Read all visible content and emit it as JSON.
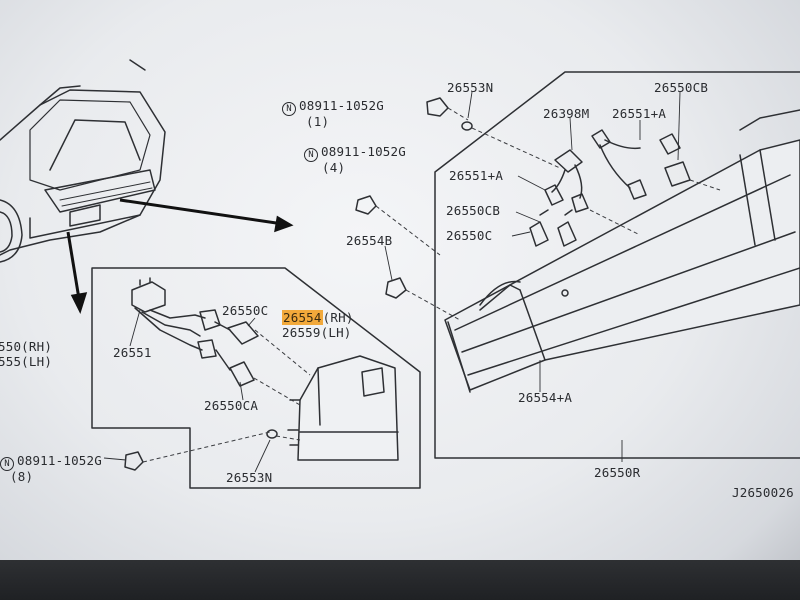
{
  "labels": {
    "p26553n_top": "26553N",
    "p26550cb_top": "26550CB",
    "p26398m": "26398M",
    "p26551a_top": "26551+A",
    "bolt1_code": "08911-1052G",
    "bolt1_qty": "(1)",
    "bolt2_code": "08911-1052G",
    "bolt2_qty": "(4)",
    "p26551a_mid": "26551+A",
    "p26550cb_mid": "26550CB",
    "p26550c_mid": "26550C",
    "p26554b": "26554B",
    "p26550c_inset": "26550C",
    "p26554_rh_num": "26554",
    "p26554_rh_suffix": "(RH)",
    "p26559_lh": "26559(LH)",
    "p26551": "26551",
    "left_rh": "550(RH)",
    "left_lh": "555(LH)",
    "p26550ca": "26550CA",
    "bolt3_code": "08911-1052G",
    "bolt3_qty": "(8)",
    "p26553n_bottom": "26553N",
    "p26554a": "26554+A",
    "p26550r": "26550R",
    "diagram_code": "J2650026",
    "nut_symbol": "N"
  }
}
